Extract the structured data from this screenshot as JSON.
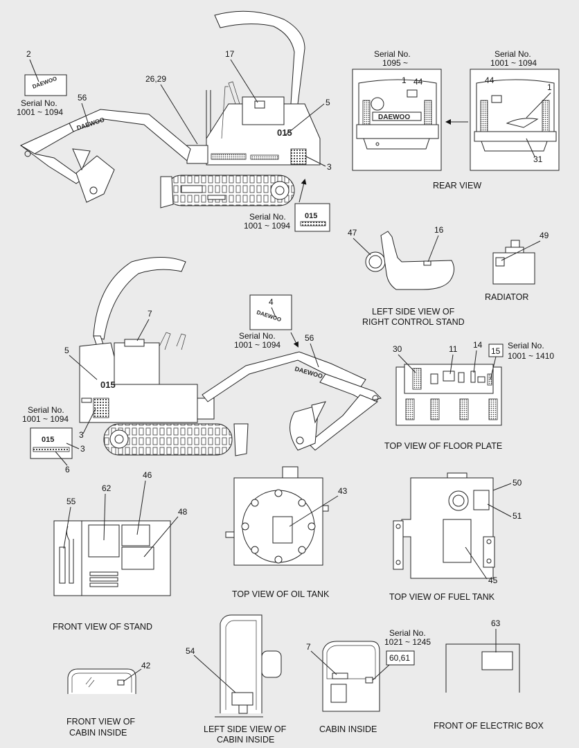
{
  "brand": "DAEWOO",
  "model_badge": "015",
  "labels": {
    "n2": "2",
    "n17": "17",
    "n26_29": "26,29",
    "n56_top": "56",
    "n5_top": "5",
    "n3_top": "3",
    "n1_left": "1",
    "n44_left": "44",
    "n44_right": "44",
    "n1_right": "1",
    "n31": "31",
    "n47": "47",
    "n16": "16",
    "n49": "49",
    "n4": "4",
    "n7_mid": "7",
    "n5_mid": "5",
    "n56_mid": "56",
    "n3_mid_a": "3",
    "n3_mid_b": "3",
    "n6": "6",
    "n30": "30",
    "n11": "11",
    "n14": "14",
    "n15": "15",
    "n55": "55",
    "n62": "62",
    "n46": "46",
    "n48": "48",
    "n43": "43",
    "n50": "50",
    "n51": "51",
    "n45": "45",
    "n42": "42",
    "n54": "54",
    "n7_cab": "7",
    "n60_61": "60,61",
    "n63": "63"
  },
  "serials": {
    "s_2_a": "Serial No.",
    "s_2_b": "1001 ~ 1094",
    "s_rear_l_a": "Serial No.",
    "s_rear_l_b": "1095 ~",
    "s_rear_r_a": "Serial No.",
    "s_rear_r_b": "1001 ~ 1094",
    "s_badge_a": "Serial No.",
    "s_badge_b": "1001 ~ 1094",
    "s_4_a": "Serial No.",
    "s_4_b": "1001 ~ 1094",
    "s_6_a": "Serial No.",
    "s_6_b": "1001 ~ 1094",
    "s_15_a": "Serial No.",
    "s_15_b": "1001 ~ 1410",
    "s_cab_a": "Serial No.",
    "s_cab_b": "1021 ~ 1245"
  },
  "captions": {
    "rear_view": "REAR VIEW",
    "left_side_a": "LEFT SIDE VIEW OF",
    "left_side_b": "RIGHT CONTROL STAND",
    "radiator": "RADIATOR",
    "floor_plate": "TOP VIEW OF FLOOR PLATE",
    "front_stand": "FRONT VIEW OF STAND",
    "oil_tank": "TOP VIEW OF OIL TANK",
    "fuel_tank": "TOP VIEW OF FUEL TANK",
    "cabin_front_a": "FRONT VIEW OF",
    "cabin_front_b": "CABIN INSIDE",
    "cabin_left_a": "LEFT SIDE VIEW OF",
    "cabin_left_b": "CABIN INSIDE",
    "cabin_inside": "CABIN INSIDE",
    "electric_box": "FRONT OF ELECTRIC BOX"
  }
}
